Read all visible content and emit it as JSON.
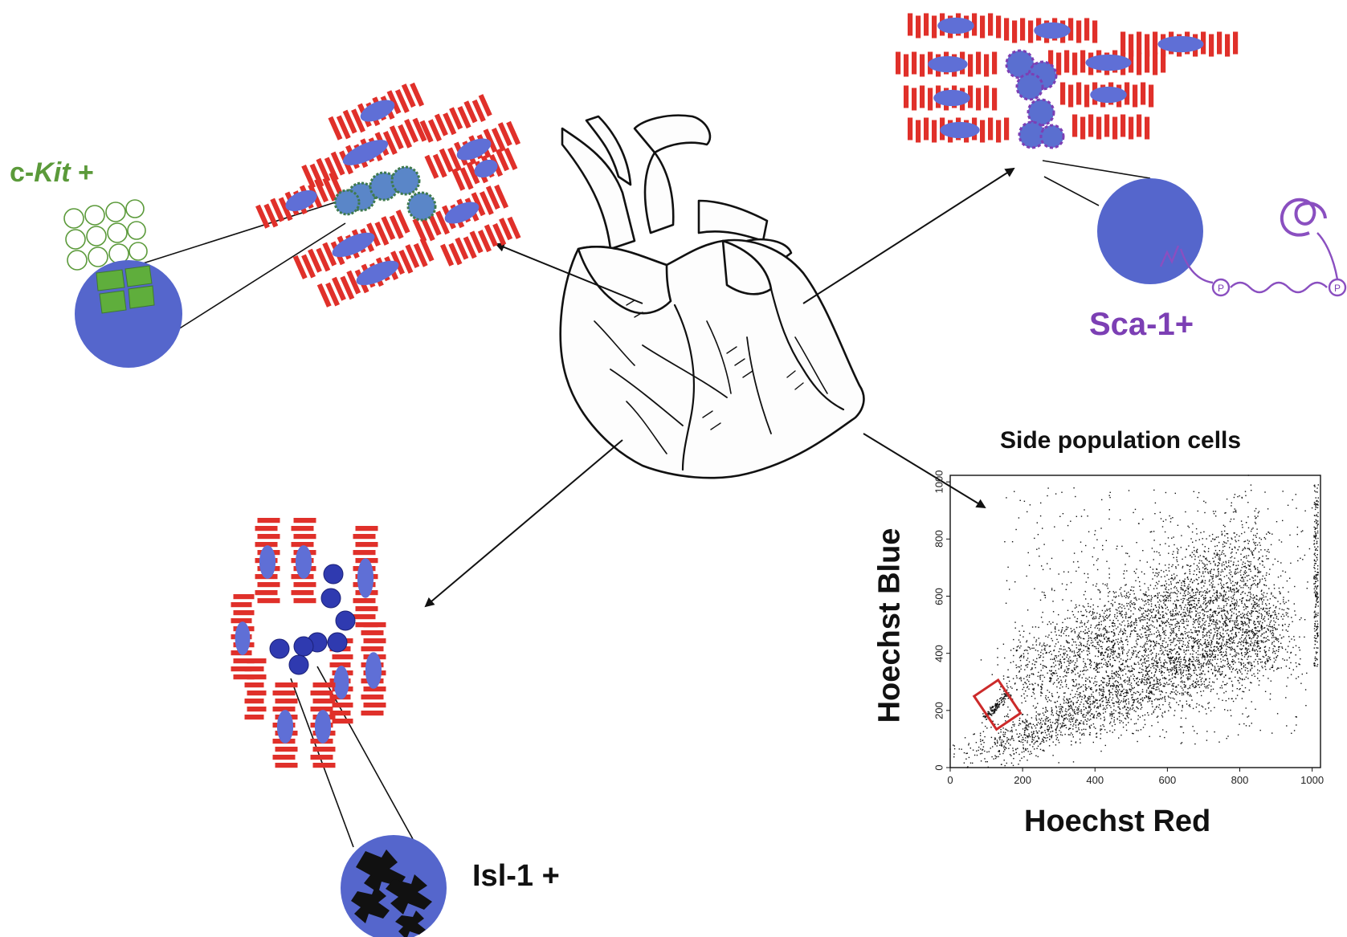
{
  "labels": {
    "ckit_prefix": "c-",
    "ckit_italic": "Kit",
    "ckit_suffix": " +",
    "sca1": "Sca-1+",
    "isl1": "Isl-1 +",
    "p_marker": "P"
  },
  "colors": {
    "muscle_red": "#e0302a",
    "nucleus_blue": "#5f6fd6",
    "cell_blue": "#5566cc",
    "ckit_green": "#5b9a3a",
    "sca_purple": "#7c3fb4",
    "isl_blue": "#3340a8",
    "gate_red": "#cc2a2a"
  },
  "chart_data": {
    "type": "scatter",
    "title": "Side population cells",
    "xlabel": "Hoechst Red",
    "ylabel": "Hoechst Blue",
    "xlim": [
      0,
      1023
    ],
    "ylim": [
      0,
      1023
    ],
    "xticks": [
      "0",
      "200",
      "400",
      "600",
      "800",
      "1000"
    ],
    "yticks": [
      "0",
      "200",
      "400",
      "600",
      "800",
      "1000"
    ],
    "tick_values": [
      0,
      200,
      400,
      600,
      800,
      1000
    ],
    "gate": {
      "x": [
        90,
        170
      ],
      "y": [
        150,
        290
      ]
    },
    "populations": [
      {
        "role": "upper-arm",
        "x_range": [
          150,
          900
        ],
        "y_range": [
          300,
          800
        ]
      },
      {
        "role": "lower-arm",
        "x_range": [
          50,
          950
        ],
        "y_range": [
          40,
          580
        ]
      },
      {
        "role": "side-population",
        "x_range": [
          95,
          165
        ],
        "y_range": [
          170,
          270
        ]
      }
    ]
  }
}
